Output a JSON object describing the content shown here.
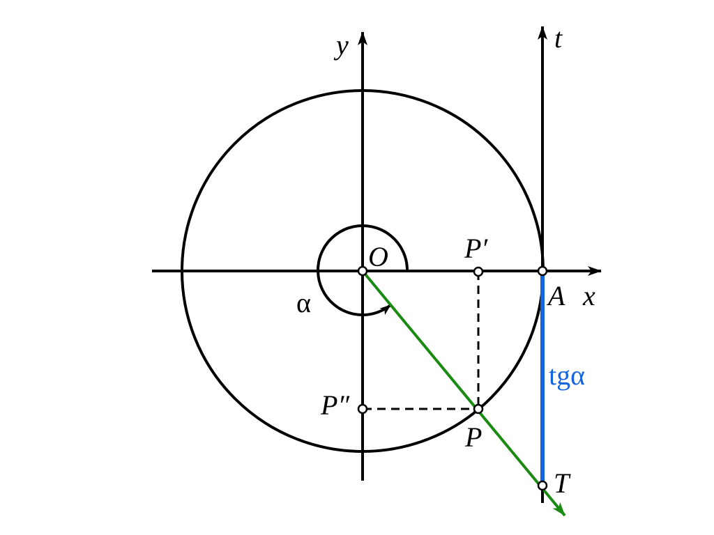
{
  "labels": {
    "y_axis": "y",
    "t_axis": "t",
    "x_axis": "x",
    "origin": "O",
    "point_a": "A",
    "point_p": "P",
    "point_p_prime": "P′",
    "point_p_double_prime": "P″",
    "point_t": "T",
    "angle": "α",
    "tangent_segment": "tgα"
  },
  "colors": {
    "axes": "#000000",
    "circle": "#000000",
    "ray": "#1a8a12",
    "tangent_segment": "#1565e0",
    "projection_lines": "#000000",
    "point_fill": "#ffffff"
  }
}
